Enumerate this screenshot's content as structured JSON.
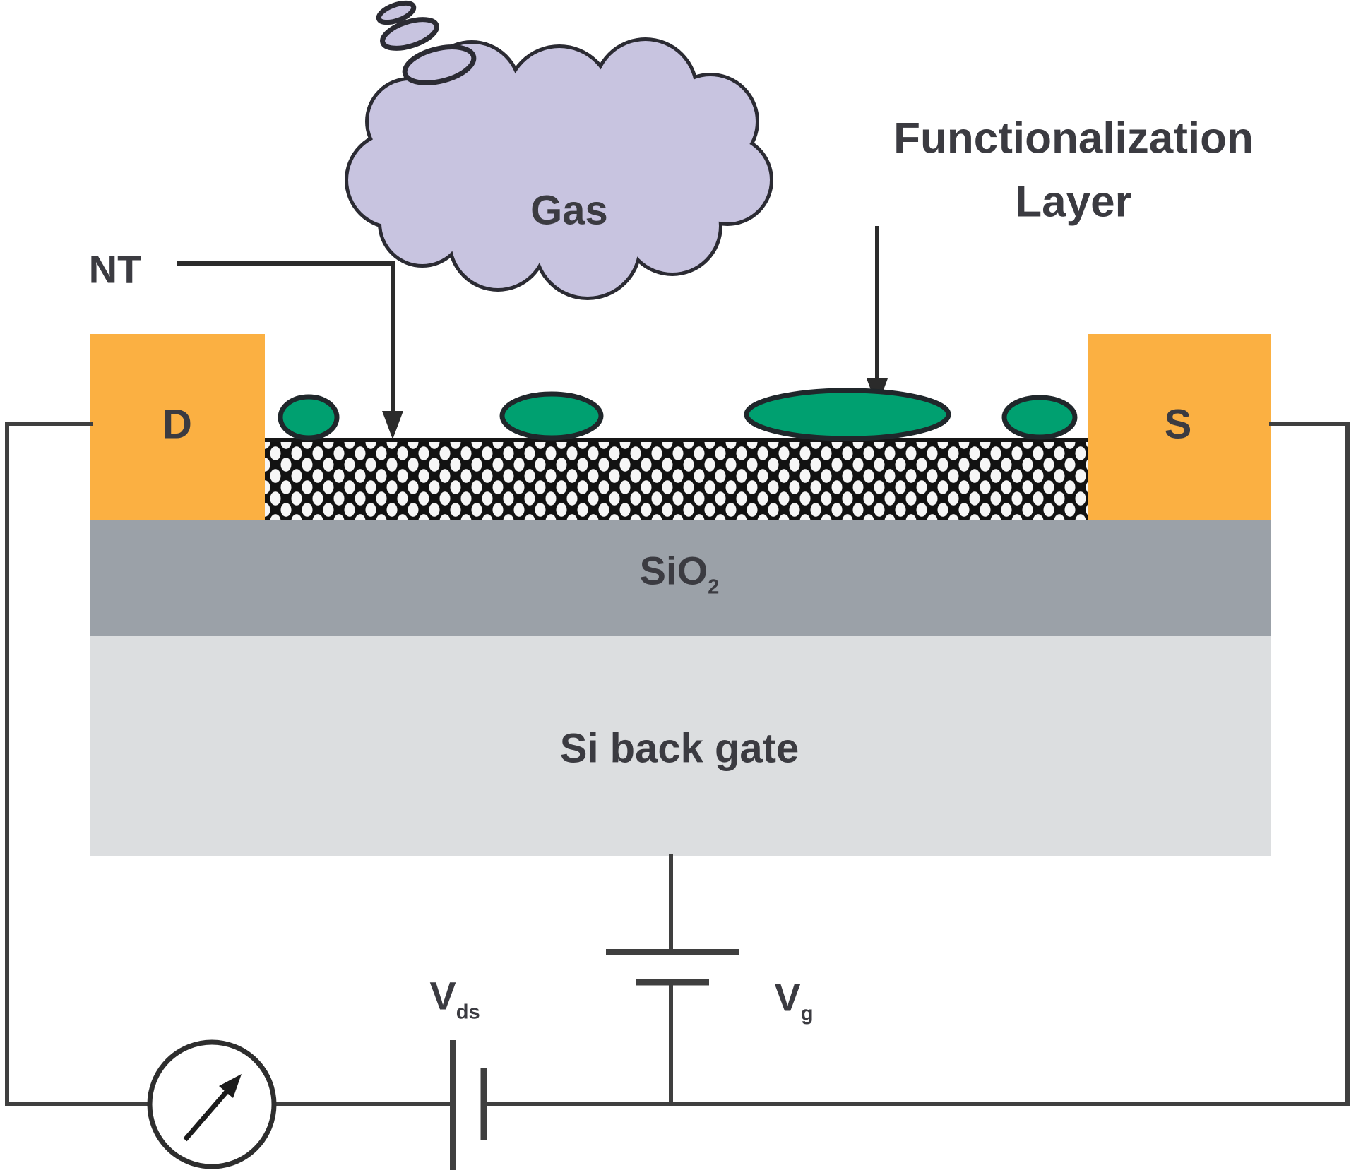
{
  "labels": {
    "gas_cloud": "Gas",
    "functionalization_line1": "Functionalization",
    "functionalization_line2": "Layer",
    "nanotube": "NT",
    "drain": "D",
    "source": "S",
    "oxide_formula": "SiO",
    "oxide_subscript": "2",
    "substrate": "Si back gate",
    "vds_symbol": "V",
    "vds_subscript": "ds",
    "vg_symbol": "V",
    "vg_subscript": "g"
  },
  "colors": {
    "electrode_orange": "#FBB042",
    "oxide_gray": "#9BA1A8",
    "substrate_gray": "#DCDEE0",
    "functionalization_green": "#00A070",
    "gas_cloud_lavender": "#C8C4E0",
    "nanotube_black": "#121212",
    "wire_dark": "#3F3F3F",
    "text_dark": "#3B3B41"
  },
  "icons": {
    "gas_cloud": "thought-bubble-cloud",
    "ammeter": "circle-meter-with-needle",
    "vds_battery": "battery-plates",
    "vg_battery": "battery-plates",
    "nt_pointer": "down-arrow",
    "functionalization_pointer": "down-arrow"
  }
}
